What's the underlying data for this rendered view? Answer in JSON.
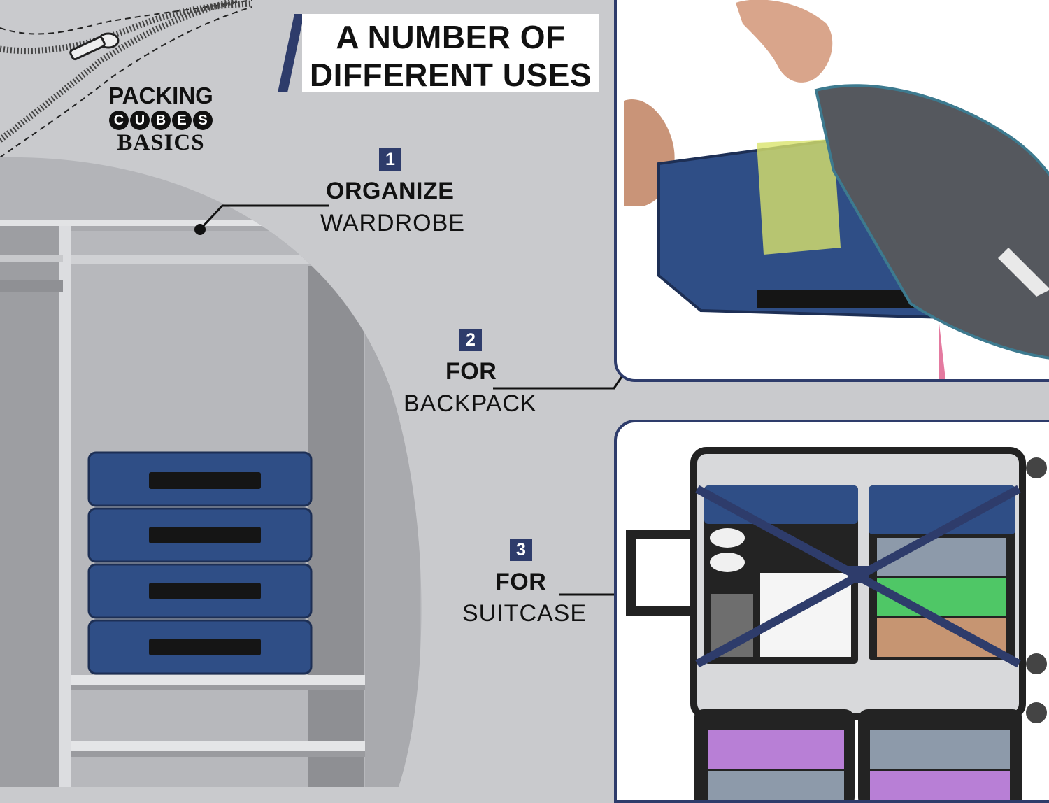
{
  "title": {
    "line1": "A NUMBER OF",
    "line2": "DIFFERENT USES"
  },
  "logo": {
    "line1": "PACKING",
    "line2": [
      "C",
      "U",
      "B",
      "E",
      "S"
    ],
    "line3": "BASICS"
  },
  "uses": [
    {
      "number": "1",
      "bold": "ORGANIZE",
      "normal": "WARDROBE"
    },
    {
      "number": "2",
      "bold": "FOR",
      "normal": "BACKPACK"
    },
    {
      "number": "3",
      "bold": "FOR",
      "normal": "SUITCASE"
    }
  ],
  "colors": {
    "background": "#c9cacd",
    "navy": "#2e3c6b",
    "cube": "#2f4e86",
    "white": "#ffffff"
  },
  "icons": [
    "zipper-graphic",
    "wardrobe-illustration",
    "backpack-photo",
    "suitcase-photo"
  ]
}
